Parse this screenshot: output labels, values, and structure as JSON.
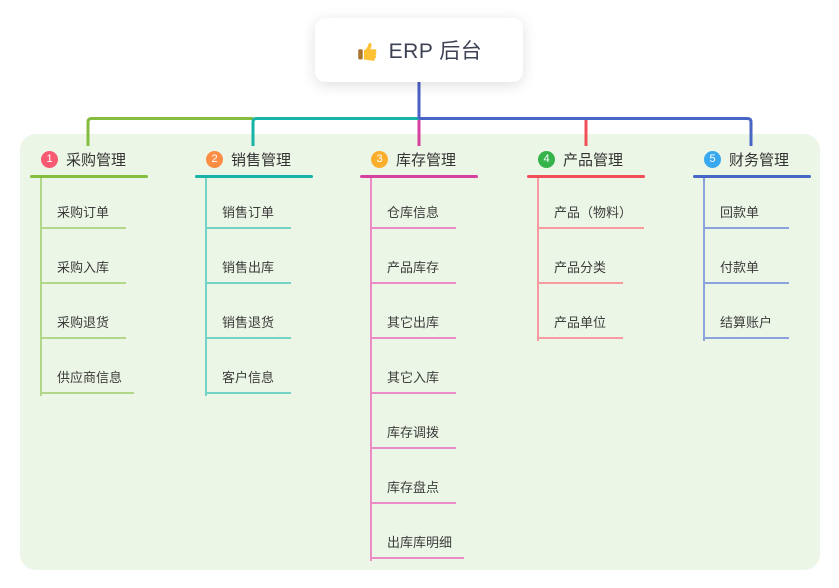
{
  "root": {
    "title": "ERP 后台",
    "icon": "thumbs-up",
    "connector_color": "#4a62c6"
  },
  "panel": {
    "background": "#ecf6e6"
  },
  "branches": [
    {
      "index": "1",
      "label": "采购管理",
      "badge_color": "#f85a72",
      "line_color": "#85bd3f",
      "child_line_color": "#b2d78a",
      "children": [
        "采购订单",
        "采购入库",
        "采购退货",
        "供应商信息"
      ]
    },
    {
      "index": "2",
      "label": "销售管理",
      "badge_color": "#fb8d45",
      "line_color": "#16b3a6",
      "child_line_color": "#74d2c6",
      "children": [
        "销售订单",
        "销售出库",
        "销售退货",
        "客户信息"
      ]
    },
    {
      "index": "3",
      "label": "库存管理",
      "badge_color": "#fcae2d",
      "line_color": "#d6419f",
      "child_line_color": "#ea8cc6",
      "children": [
        "仓库信息",
        "产品库存",
        "其它出库",
        "其它入库",
        "库存调拨",
        "库存盘点",
        "出库库明细"
      ]
    },
    {
      "index": "4",
      "label": "产品管理",
      "badge_color": "#36b44c",
      "line_color": "#f04f58",
      "child_line_color": "#f79ba0",
      "children": [
        "产品（物料）",
        "产品分类",
        "产品单位"
      ]
    },
    {
      "index": "5",
      "label": "财务管理",
      "badge_color": "#38a8ef",
      "line_color": "#4866c5",
      "child_line_color": "#8ca2dd",
      "children": [
        "回款单",
        "付款单",
        "结算账户"
      ]
    }
  ]
}
